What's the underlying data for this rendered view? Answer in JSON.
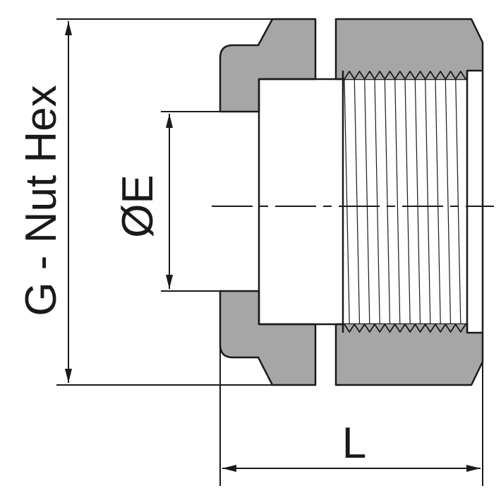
{
  "labels": {
    "nut_hex": "G - Nut Hex",
    "diameter": "ØE",
    "length": "L"
  },
  "colors": {
    "body_fill": "#a6a6a6",
    "outline": "#1a1a1a",
    "background": "#ffffff"
  }
}
